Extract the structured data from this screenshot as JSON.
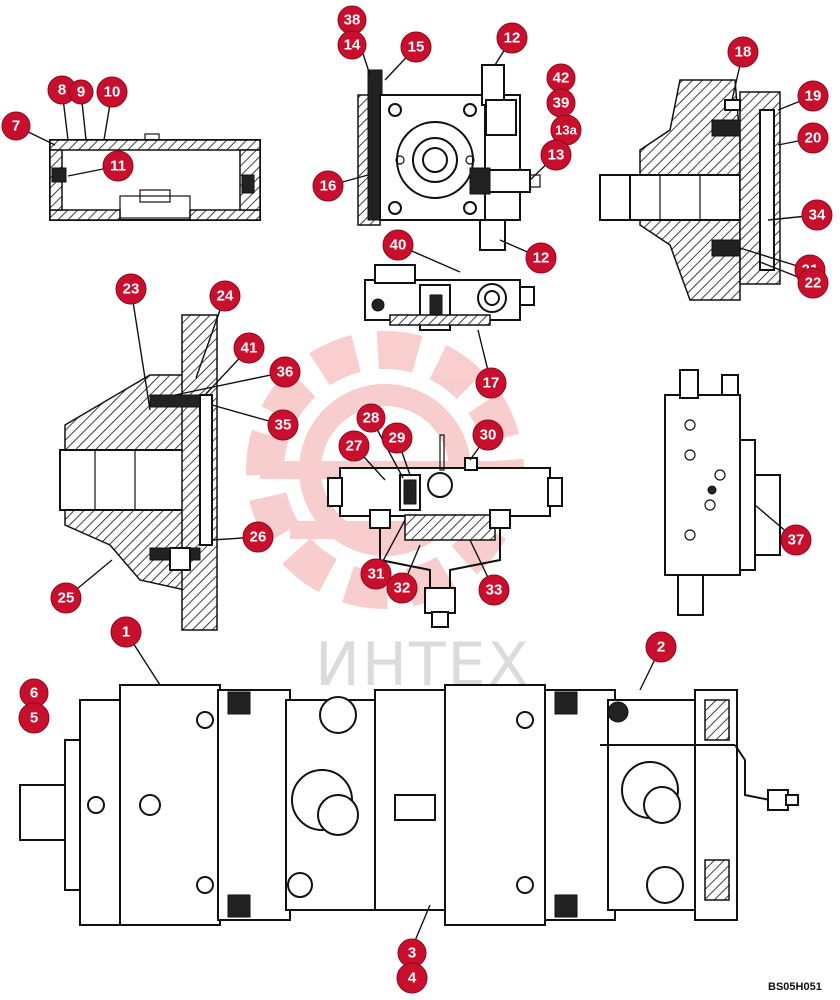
{
  "watermark": {
    "text": "ИНТЕХ",
    "color": "#f2a5a5"
  },
  "drawing_code": "BS05H051",
  "callout_color": "#c8102e",
  "callouts": [
    "38",
    "14",
    "15",
    "12",
    "8",
    "9",
    "10",
    "7",
    "11",
    "16",
    "42",
    "39",
    "13a",
    "13",
    "12",
    "40",
    "17",
    "18",
    "19",
    "20",
    "34",
    "21",
    "22",
    "23",
    "24",
    "41",
    "36",
    "35",
    "26",
    "25",
    "28",
    "29",
    "30",
    "27",
    "31",
    "32",
    "33",
    "37",
    "1",
    "2",
    "6",
    "5",
    "3",
    "4"
  ]
}
